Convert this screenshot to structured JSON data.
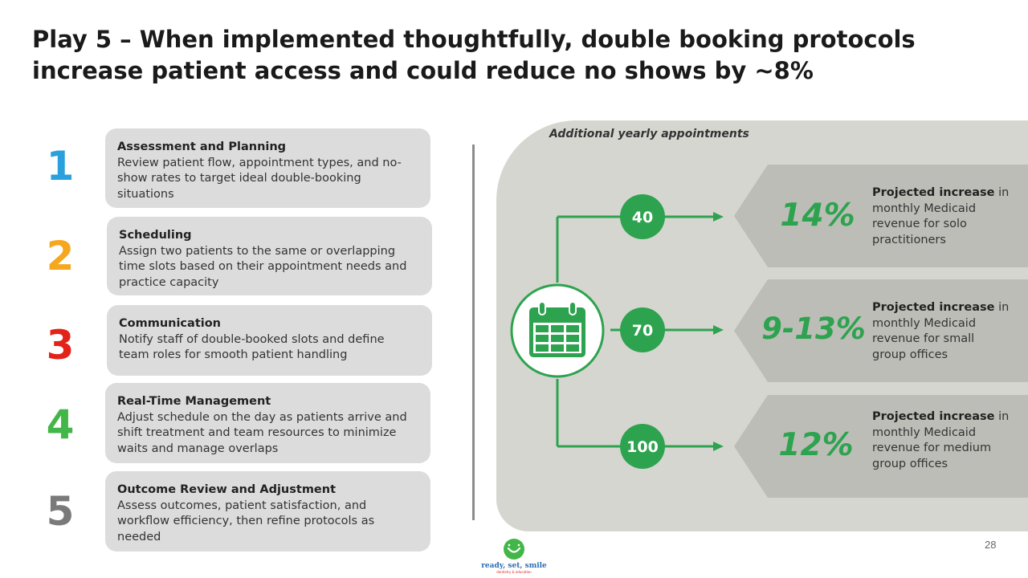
{
  "title": {
    "line1": "Play 5 – When implemented thoughtfully, double booking protocols",
    "line2": "increase patient access and could reduce no shows by ~8%"
  },
  "steps": [
    {
      "num": "1",
      "color": "#2aa0dc",
      "title": "Assessment and Planning",
      "line1": "Review patient flow, appointment types, and no-",
      "line2": "show rates to target ideal double-booking",
      "line3": "situations"
    },
    {
      "num": "2",
      "color": "#f5a81f",
      "title": "Scheduling",
      "line1": "Assign two patients to the same or overlapping",
      "line2": "time slots based on their appointment needs and",
      "line3": "practice capacity"
    },
    {
      "num": "3",
      "color": "#e2231a",
      "title": "Communication",
      "line1": "Notify staff of double-booked slots and define",
      "line2": "team roles for smooth patient handling",
      "line3": ""
    },
    {
      "num": "4",
      "color": "#43b649",
      "title": "Real-Time Management",
      "line1": "Adjust schedule on the day as patients arrive and",
      "line2": "shift treatment and team resources to minimize",
      "line3": "waits and manage overlaps"
    },
    {
      "num": "5",
      "color": "#7a7a7a",
      "title": "Outcome Review and Adjustment",
      "line1": "Assess outcomes, patient satisfaction, and",
      "line2": "workflow efficiency, then refine protocols as",
      "line3": "needed"
    }
  ],
  "panel_label": "Additional yearly appointments",
  "appointments": [
    "40",
    "70",
    "100"
  ],
  "outcomes": [
    {
      "pct": "14%",
      "bold": "Projected increase",
      "rest": " in",
      "line2": "monthly Medicaid",
      "line3": "revenue for solo",
      "line4": "practitioners"
    },
    {
      "pct": "9-13%",
      "bold": "Projected increase",
      "rest": " in",
      "line2": "monthly Medicaid",
      "line3": "revenue for small",
      "line4": "group offices"
    },
    {
      "pct": "12%",
      "bold": "Projected increase",
      "rest": " in",
      "line2": "monthly Medicaid",
      "line3": "revenue for medium",
      "line4": "group offices"
    }
  ],
  "page_number": "28",
  "logo": {
    "line1": "ready, set, smile",
    "line2": "dentistry & education"
  },
  "colors": {
    "accent_green": "#2ea34f",
    "panel_bg": "#d6d6d1",
    "chevron_bg": "#bdbdb7"
  },
  "icons": {
    "calendar": "calendar-icon"
  }
}
